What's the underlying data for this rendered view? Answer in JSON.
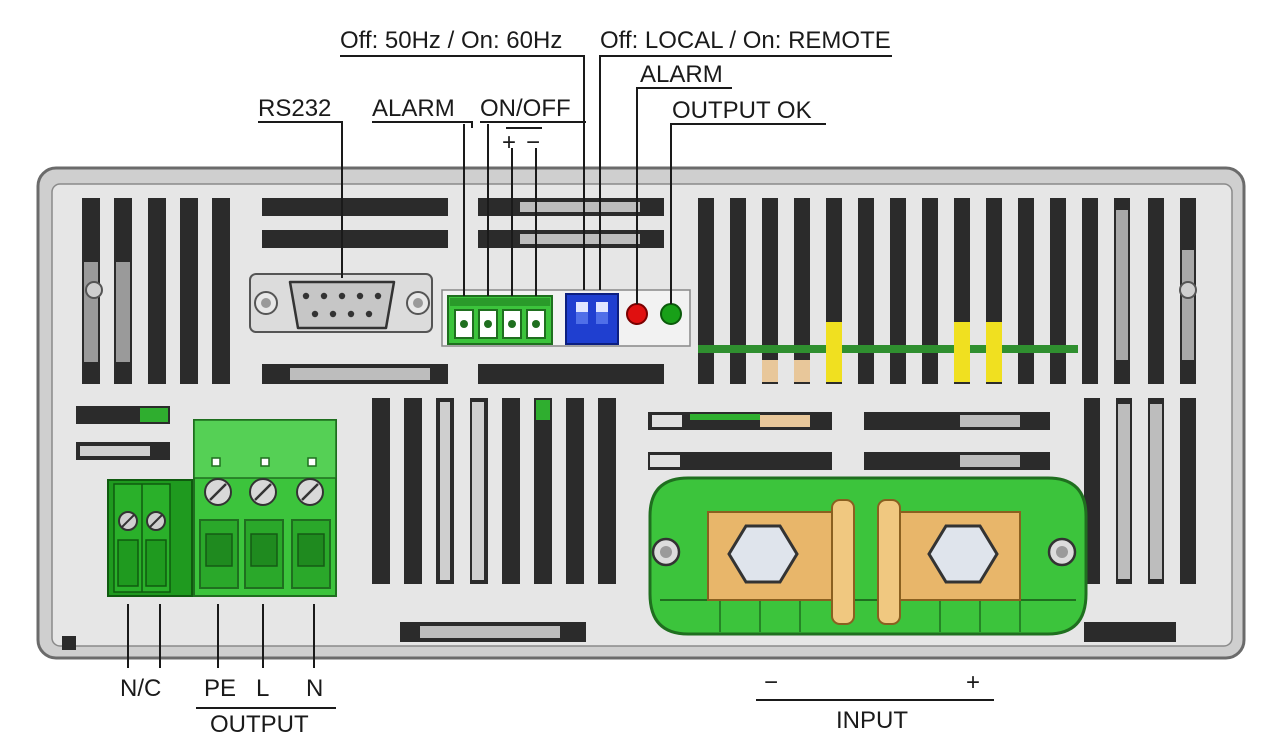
{
  "labels": {
    "freq_switch": "Off: 50Hz / On: 60Hz",
    "mode_switch": "Off: LOCAL / On: REMOTE",
    "alarm_led": "ALARM",
    "output_ok_led": "OUTPUT OK",
    "rs232": "RS232",
    "alarm_terminal": "ALARM",
    "onoff_terminal": "ON/OFF",
    "onoff_plus": "+",
    "onoff_minus": "−",
    "nc": "N/C",
    "pe": "PE",
    "l": "L",
    "n": "N",
    "output": "OUTPUT",
    "input_minus": "−",
    "input_plus": "+",
    "input": "INPUT"
  },
  "colors": {
    "terminal_green": "#3cc43c",
    "terminal_dark_green": "#1f8a1f",
    "dip_switch_blue": "#1f3fd0",
    "alarm_led_red": "#e01010",
    "output_ok_led_green": "#18a018",
    "busbar_tan": "#e8b66a",
    "chassis_gray": "#d9d9d9",
    "slot_dark": "#2a2a2a",
    "yellow_component": "#f0e020"
  },
  "icons": {
    "db9": "db9-connector-icon",
    "screw": "screw-icon",
    "hex_bolt": "hex-bolt-icon",
    "led": "led-icon",
    "dip": "dip-switch-icon"
  }
}
